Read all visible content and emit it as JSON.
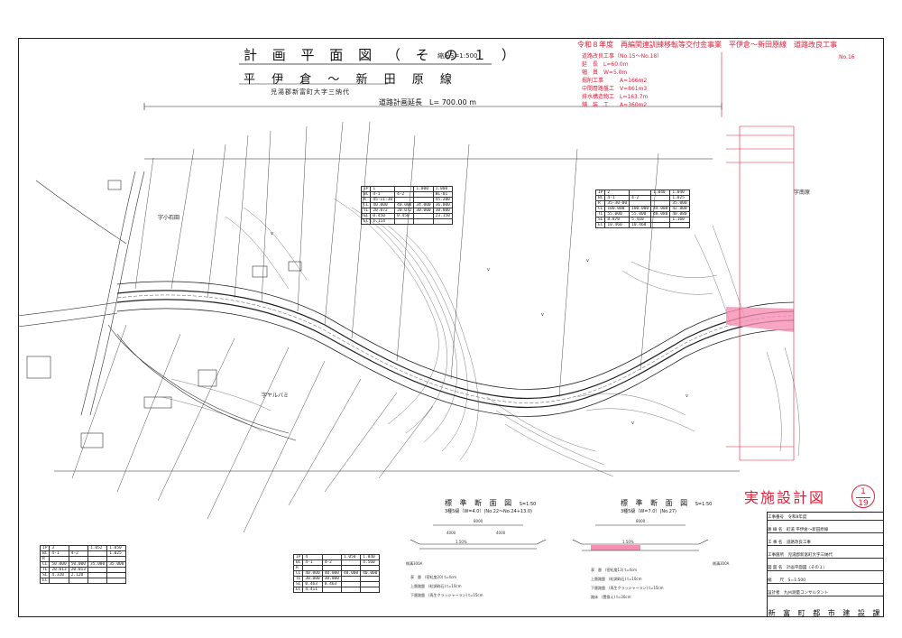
{
  "header": {
    "title": "計 画 平 面 図 （ そ の １ ）",
    "scale": "縮尺S=1:500",
    "route": "平 伊 倉 〜 新 田 原 線",
    "location": "児湯郡新富町大字三納代",
    "road_length": "道路計画延長　L= 700.00 m"
  },
  "project": {
    "title": "令和８年度　再編関連訓練移転等交付金事業　平伊倉〜新田原線　道路改良工事",
    "section": "道路改良工事（No.15〜No.18）",
    "no_label": "No.16",
    "items": [
      "延　長　L=60.0m",
      "幅　員　W=5.0m",
      "掘削工事　　　A=166m2",
      "中間層路盤工　V=861m3",
      "排水構造物工　L=163.7m",
      "舗　装　工　　A=360m2"
    ]
  },
  "stamp": {
    "label": "実施設計図",
    "sheet": "1",
    "total": "19"
  },
  "places": {
    "west": "字小石田",
    "south": "字ヤルバミ",
    "east": "字南原"
  },
  "sections": [
    {
      "title": "標 準 断 面 図",
      "scale": "S=1:50",
      "note": "3種5級（W=4.0）(No.22〜No.24+13.0)"
    },
    {
      "title": "標 準 断 面 図",
      "scale": "S=1:50",
      "note": "3種5級（W=7.0）(No.27)"
    }
  ],
  "pavement": {
    "left": [
      "表　層　(密粒度20) t=4cm",
      "上層路盤　(粒調砕石) t=10cm",
      "下層路盤　(再生クラッシャーラン) t=15cm"
    ],
    "right": [
      "表　層　(密粒度13) t=4cm",
      "上層路盤　(粒調砕石) t=10cm",
      "下層路盤　(再生クラッシャーラン) t=15cm",
      "路床　(置換え) t=30cm"
    ]
  },
  "dims": {
    "left_total": "8000",
    "left_a": "4000",
    "left_b": "4000",
    "right_total": "8000",
    "slope": "1.50%",
    "left_ditch": "側溝300A",
    "right_ditch": "側溝300A"
  },
  "title_block": {
    "rows": [
      "工事番号　令和8年度",
      "路 線 名　町道 平伊倉〜新田原線",
      "工 事 名　道路改良工事",
      "工事箇所　児湯郡新富町大字三納代",
      "図 面 名　計画平面図（その１）",
      "縮　　尺　S=1:500",
      "設計者　九州測量コンサルタント"
    ],
    "office": "新 富 町 都 市 建 設 課"
  },
  "curve_tables": {
    "a": {
      "header": [
        "IP",
        "1",
        "",
        "1.000",
        "1.000"
      ],
      "rows": [
        [
          "BC",
          "4-1",
          "4-2",
          "",
          "BL-01"
        ],
        [
          "R",
          "45-11-30",
          "",
          "",
          "45.200"
        ],
        [
          "CL",
          "40.000",
          "40.000",
          "34.000",
          "36.000"
        ],
        [
          "TL",
          "20.072",
          "20.072",
          "30.000",
          "30.000"
        ],
        [
          "SL",
          "0.450",
          "0.450",
          "",
          "23.150"
        ],
        [
          "EC",
          "1.114",
          "",
          "",
          ""
        ]
      ]
    },
    "b": {
      "header": [
        "IP",
        "2",
        "",
        "1.040",
        "1.040"
      ],
      "rows": [
        [
          "BC",
          "4-1",
          "4-2",
          "",
          "1.025"
        ],
        [
          "R",
          "35-30-00",
          "",
          "",
          "35.000"
        ],
        [
          "CL",
          "100.000",
          "100.000",
          "44.000",
          "42.000"
        ],
        [
          "TL",
          "55.000",
          "55.000",
          "40.080",
          "40.080"
        ],
        [
          "SL",
          "8.870",
          "5.410",
          "",
          "1.160"
        ],
        [
          "EC",
          "10.460",
          "10.460",
          "",
          ""
        ]
      ]
    },
    "c": {
      "header": [
        "IP",
        "3",
        "",
        "1.052",
        "1.050"
      ],
      "rows": [
        [
          "BC",
          "4-1",
          "4-2",
          "",
          "1.025"
        ],
        [
          "R",
          "",
          "",
          "",
          ""
        ],
        [
          "CL",
          "50.000",
          "50.000",
          "35.000",
          "35.000"
        ],
        [
          "TL",
          "20.013",
          "20.013",
          "",
          ""
        ],
        [
          "SL",
          "4.320",
          "2.120",
          "",
          ""
        ],
        [
          "EC",
          "",
          "",
          "",
          ""
        ]
      ]
    },
    "d": {
      "header": [
        "IP",
        "4",
        "",
        "1.050",
        "1.040"
      ],
      "rows": [
        [
          "BC",
          "4-1",
          "4-2",
          "",
          "4.560"
        ],
        [
          "R",
          "",
          "",
          "",
          ""
        ],
        [
          "CL",
          "40.000",
          "40.000",
          "40.000",
          "40.000"
        ],
        [
          "TL",
          "30.000",
          "30.000",
          "",
          ""
        ],
        [
          "SL",
          "0.463",
          "0.463",
          "",
          ""
        ],
        [
          "EC",
          "4.411",
          "",
          "",
          ""
        ]
      ]
    }
  },
  "colors": {
    "accent": "#e0203a",
    "highlight": "#f58fb3",
    "line": "#222222"
  }
}
